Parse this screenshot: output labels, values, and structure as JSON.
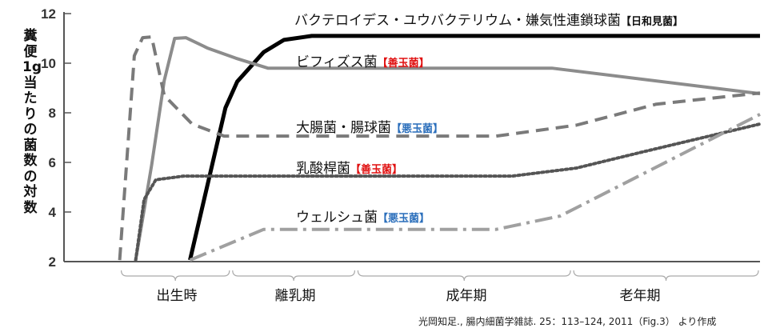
{
  "chart_data": {
    "type": "line",
    "title": "",
    "ylabel": "糞便1g当たりの菌数の対数",
    "xlabel": "",
    "ylim": [
      2,
      12
    ],
    "xlim": [
      0,
      100
    ],
    "yticks": [
      "2",
      "4",
      "6",
      "8",
      "10",
      "12"
    ],
    "stages": [
      {
        "label": "出生時",
        "range": [
          8,
          24
        ]
      },
      {
        "label": "離乳期",
        "range": [
          24,
          42
        ]
      },
      {
        "label": "成年期",
        "range": [
          42,
          73
        ]
      },
      {
        "label": "老年期",
        "range": [
          73,
          100
        ]
      }
    ],
    "series": [
      {
        "name": "バクテロイデス・ユウバクテリウム・嫌気性連鎖球菌",
        "tag": "【日和見菌】",
        "tag_color": "#111111",
        "color": "#000000",
        "style": "solid",
        "x": [
          18.1,
          23.2,
          24.9,
          28.7,
          31.6,
          35.6,
          100
        ],
        "y": [
          2.06,
          8.2,
          9.26,
          10.45,
          10.94,
          11.1,
          11.1
        ]
      },
      {
        "name": "ビフィズス菌",
        "tag": "【善玉菌】",
        "tag_color": "#e01010",
        "color": "#8c8c8c",
        "style": "solid",
        "x": [
          10.3,
          12.6,
          14.4,
          15.9,
          17.5,
          20.7,
          24.7,
          29.3,
          70.1,
          100
        ],
        "y": [
          2.06,
          5.9,
          9.3,
          11.0,
          11.03,
          10.6,
          10.2,
          9.8,
          9.8,
          8.77
        ]
      },
      {
        "name": "大腸菌・腸球菌",
        "tag": "【悪玉菌】",
        "tag_color": "#2a6ebb",
        "color": "#7a7a7a",
        "style": "dashed",
        "x": [
          8.0,
          10.1,
          11.3,
          12.6,
          14.4,
          18.4,
          23.0,
          62.1,
          73.6,
          85.1,
          100
        ],
        "y": [
          2.06,
          10.3,
          11.03,
          11.06,
          8.7,
          7.55,
          7.06,
          7.06,
          7.5,
          8.35,
          8.8
        ]
      },
      {
        "name": "乳酸桿菌",
        "tag": "【善玉菌】",
        "tag_color": "#e01010",
        "color": "#555555",
        "style": "dotted",
        "x": [
          10.3,
          11.5,
          13.2,
          17.2,
          64.4,
          73.6,
          82.8,
          100
        ],
        "y": [
          2.06,
          4.5,
          5.3,
          5.45,
          5.45,
          5.77,
          6.4,
          7.55
        ]
      },
      {
        "name": "ウェルシュ菌",
        "tag": "【悪玉菌】",
        "tag_color": "#2a6ebb",
        "color": "#a0a0a0",
        "style": "dashdot",
        "x": [
          18.1,
          28.7,
          62.1,
          71.3,
          100
        ],
        "y": [
          2.06,
          3.3,
          3.3,
          3.84,
          7.94
        ]
      }
    ]
  },
  "source": "光岡知足., 腸内細菌学雑誌. 25：113–124, 2011（Fig.3） より作成"
}
